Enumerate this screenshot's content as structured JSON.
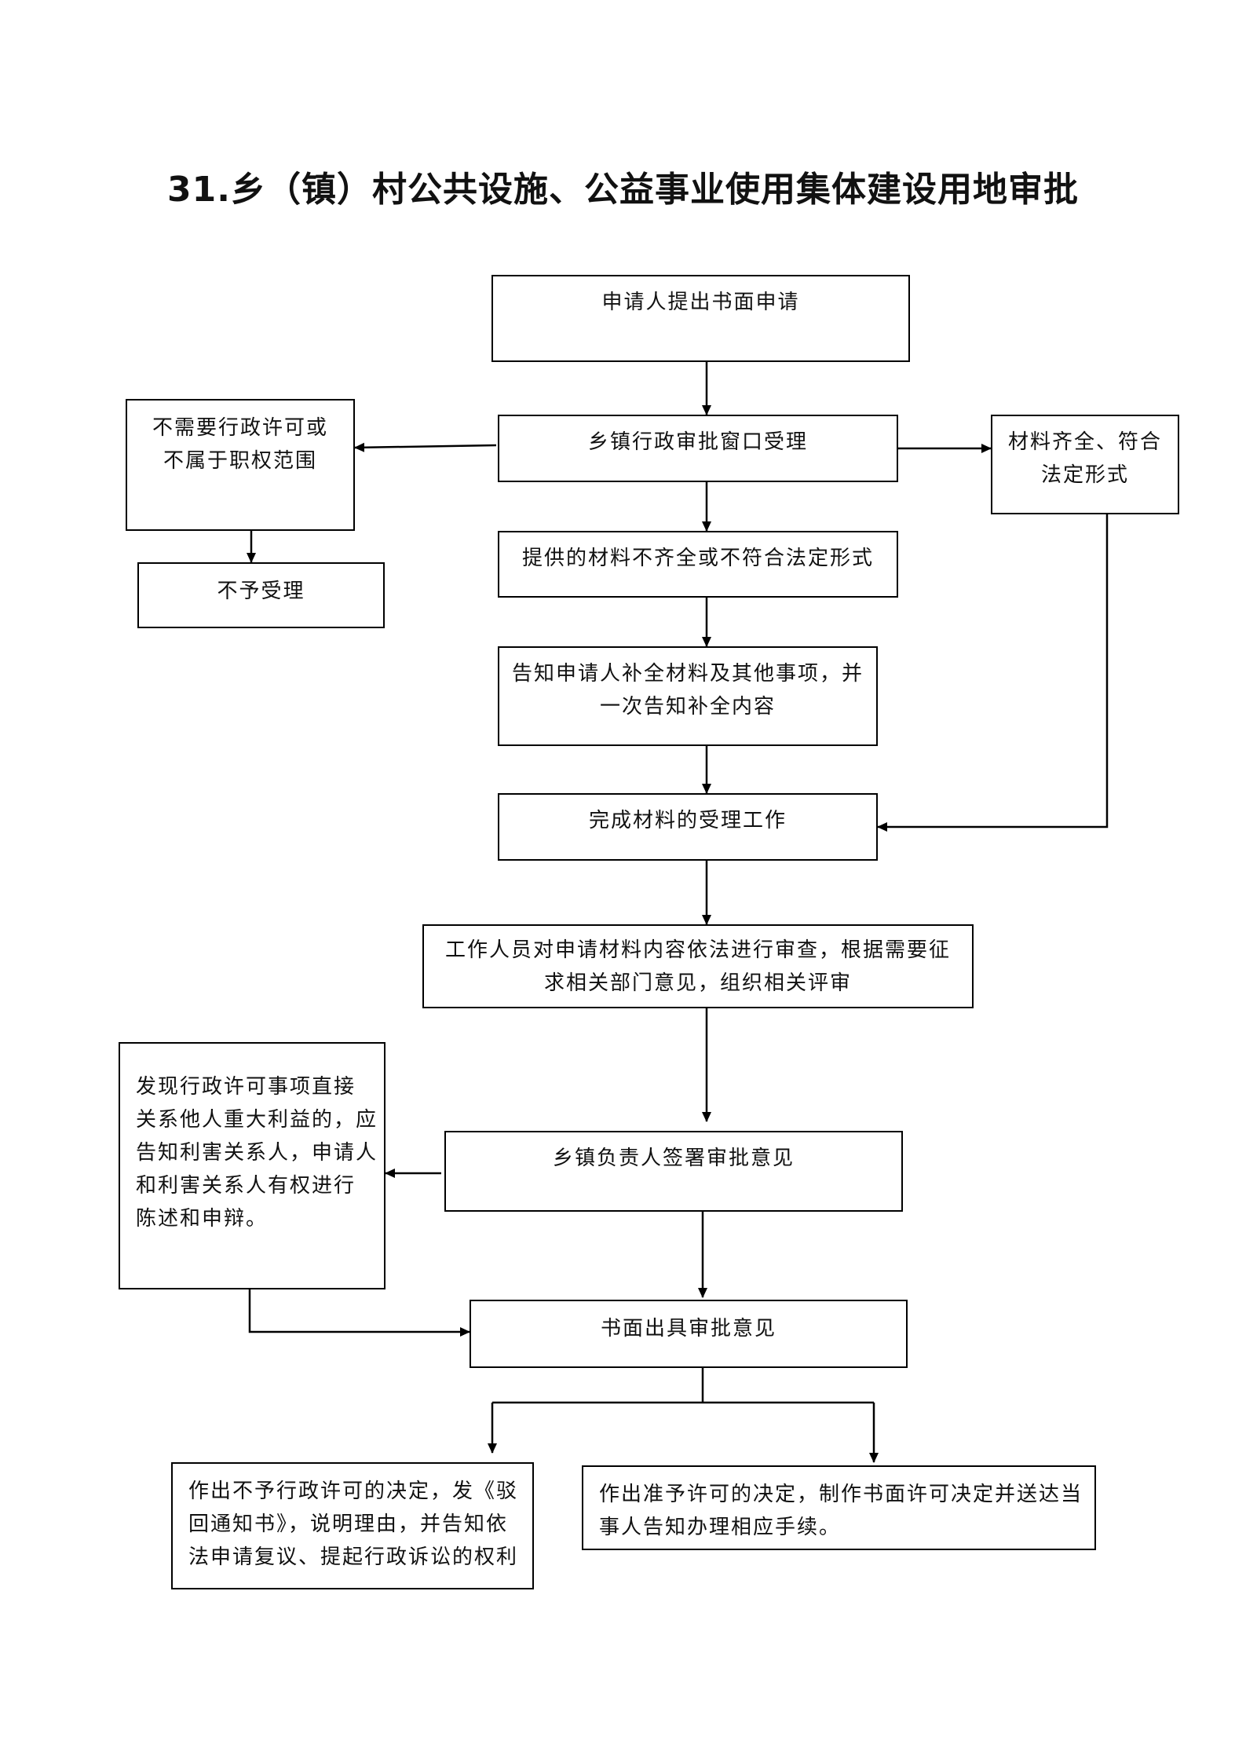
{
  "title": "31.乡（镇）村公共设施、公益事业使用集体建设用地审批",
  "nodes": {
    "apply": [
      "申请人提出书面申请"
    ],
    "accept": [
      "乡镇行政审批窗口受理"
    ],
    "not_needed": [
      "不需要行政许可或",
      "不属于职权范围"
    ],
    "reject": [
      "不予受理"
    ],
    "complete_ok": [
      "材料齐全、符合",
      "法定形式"
    ],
    "incomplete": [
      "提供的材料不齐全或不符合法定形式"
    ],
    "notify_supplement": [
      "告知申请人补全材料及其他事项，并",
      "一次告知补全内容"
    ],
    "finish_accept": [
      "完成材料的受理工作"
    ],
    "review": [
      "工作人员对申请材料内容依法进行审查，根据需要征",
      "求相关部门意见，组织相关评审"
    ],
    "hearing": [
      "发现行政许可事项直接",
      "关系他人重大利益的，应",
      "告知利害关系人，申请人",
      "和利害关系人有权进行",
      "陈述和申辩。"
    ],
    "sign": [
      "乡镇负责人签署审批意见"
    ],
    "written": [
      "书面出具审批意见"
    ],
    "deny": [
      "作出不予行政许可的决定，发《驳",
      "回通知书》，说明理由，并告知依",
      "法申请复议、提起行政诉讼的权利"
    ],
    "grant": [
      "作出准予许可的决定，制作书面许可决定并送达当",
      "事人告知办理相应手续。"
    ]
  }
}
